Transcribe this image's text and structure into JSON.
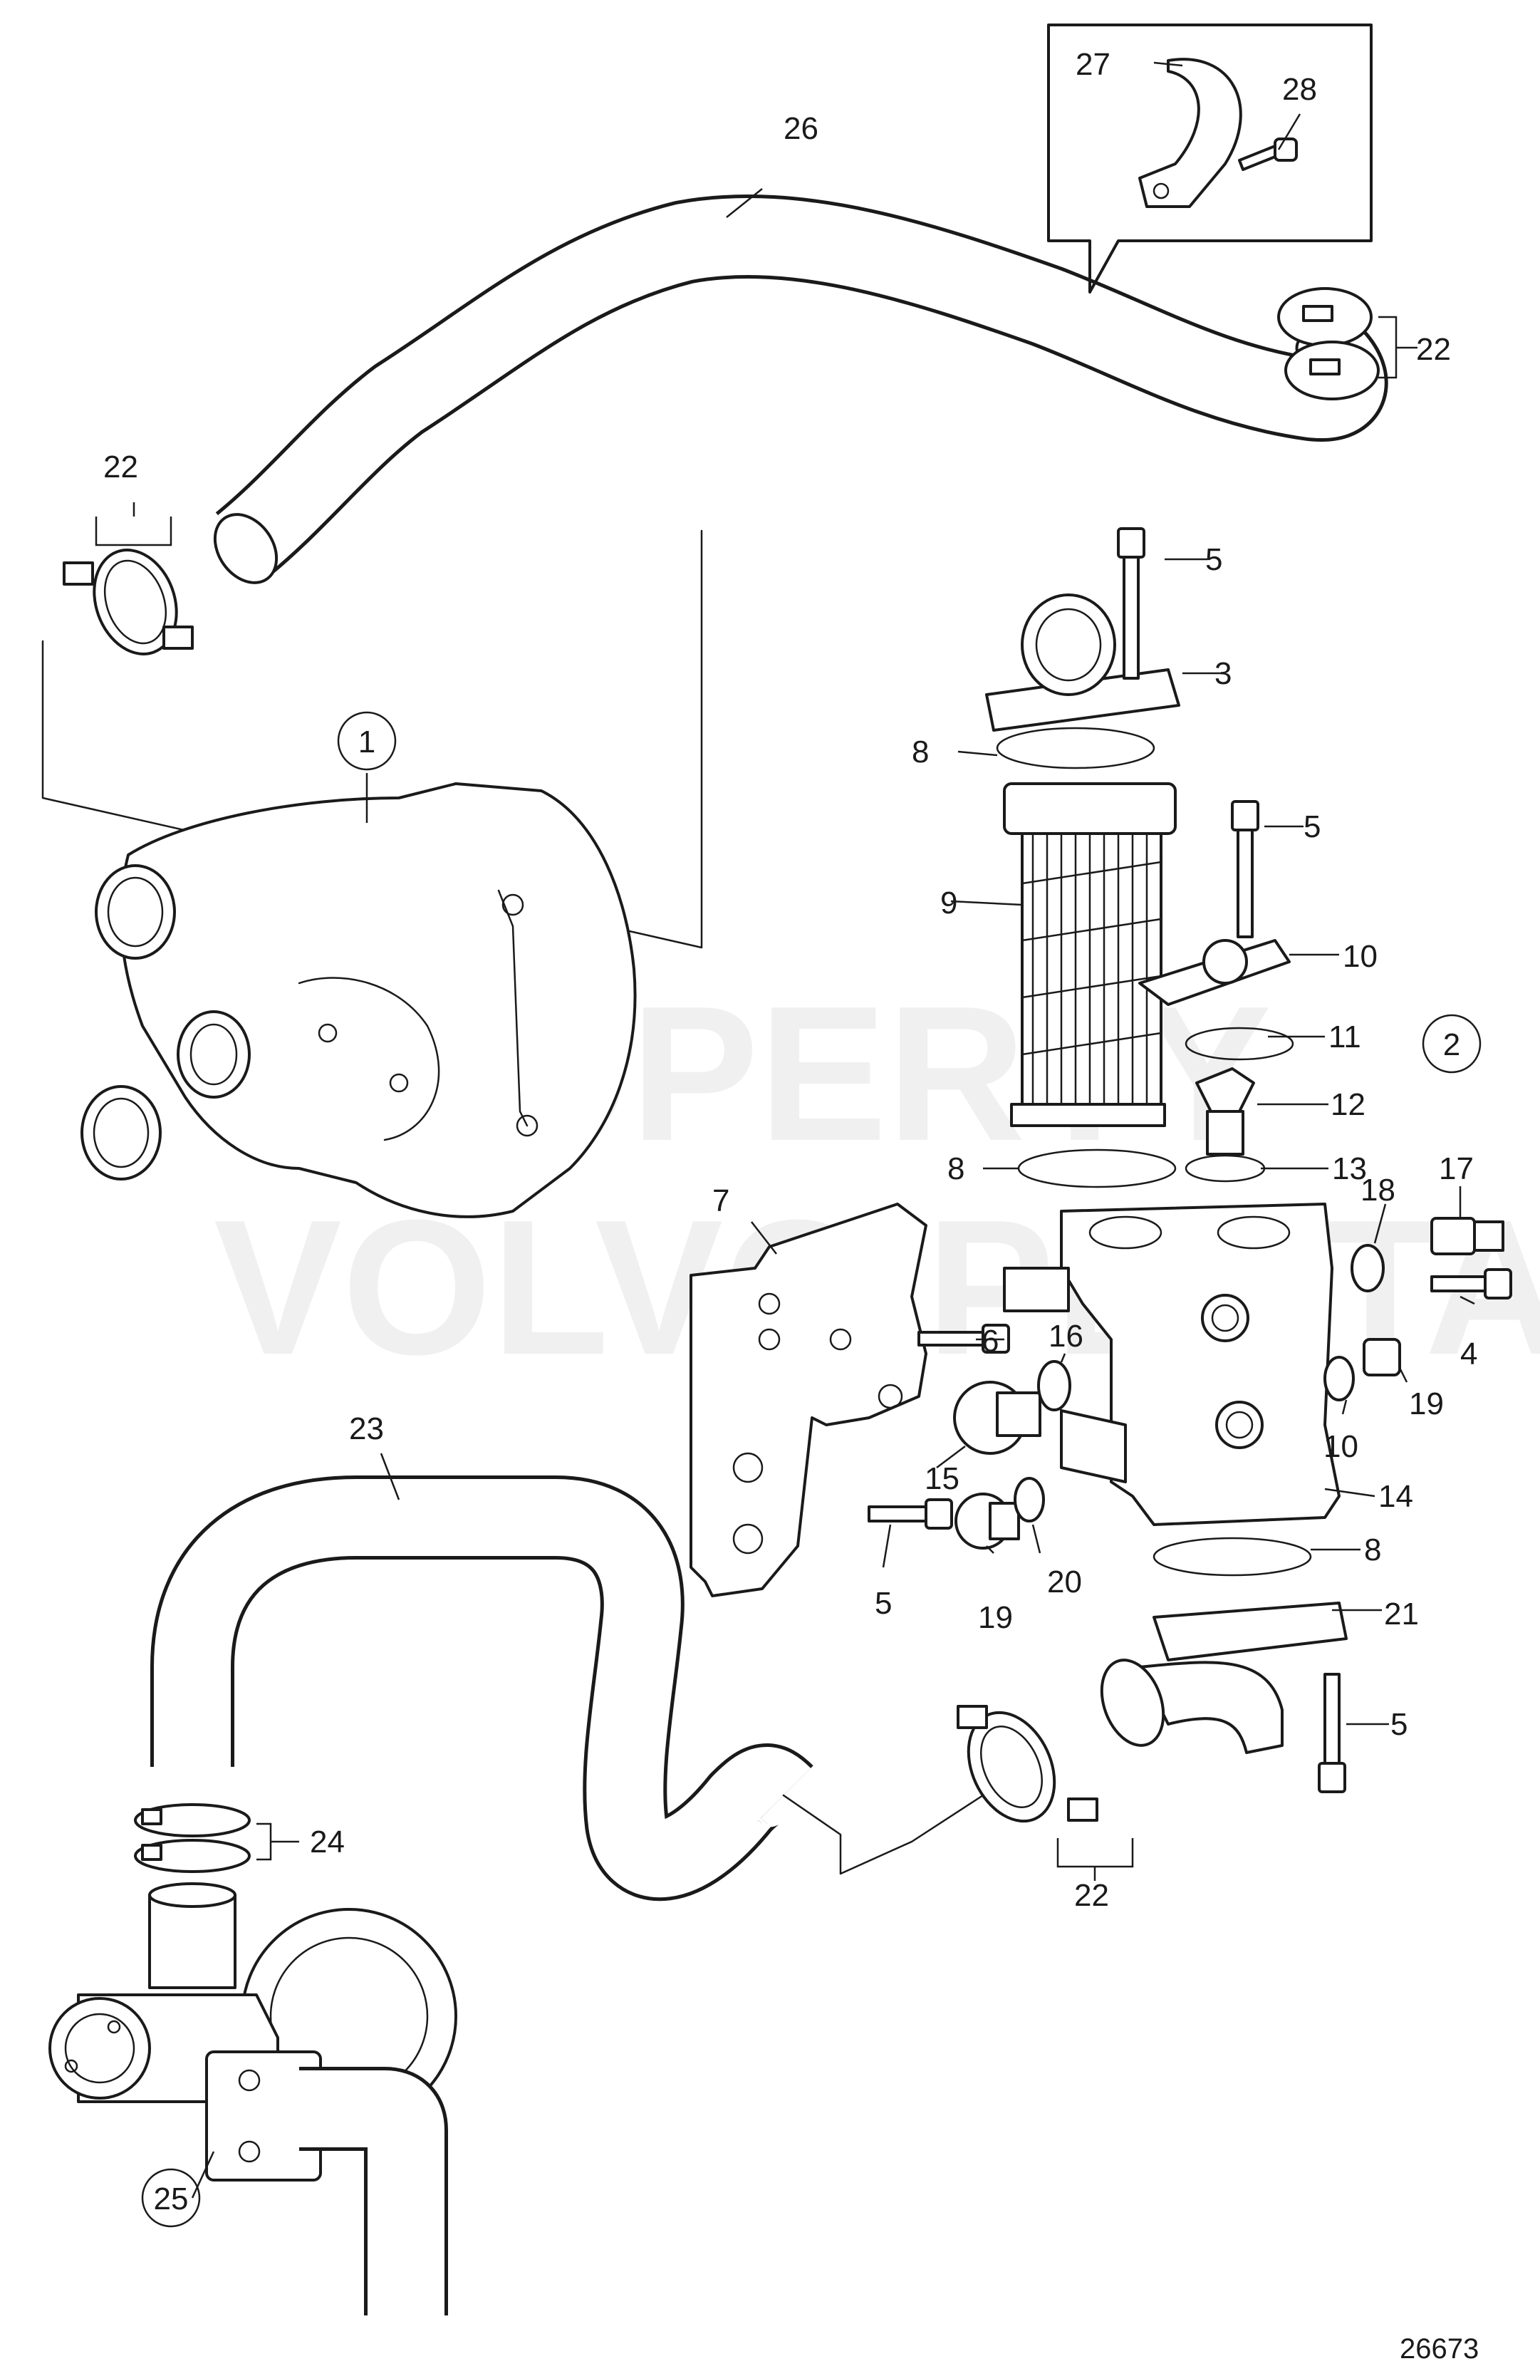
{
  "watermark": {
    "line1": "PROPERTY",
    "line2": "VOLVO PENTA"
  },
  "figure_number": "26673",
  "callouts": {
    "c1": "1",
    "c2": "2",
    "c3": "3",
    "c4": "4",
    "c5a": "5",
    "c5b": "5",
    "c5c": "5",
    "c5d": "5",
    "c6": "6",
    "c7": "7",
    "c8a": "8",
    "c8b": "8",
    "c8c": "8",
    "c9": "9",
    "c10a": "10",
    "c10b": "10",
    "c11": "11",
    "c12": "12",
    "c13": "13",
    "c14": "14",
    "c15": "15",
    "c16": "16",
    "c17": "17",
    "c18": "18",
    "c19a": "19",
    "c19b": "19",
    "c20": "20",
    "c21": "21",
    "c22a": "22",
    "c22b": "22",
    "c22c": "22",
    "c23": "23",
    "c24": "24",
    "c25": "25",
    "c26": "26",
    "c27": "27",
    "c28": "28"
  }
}
